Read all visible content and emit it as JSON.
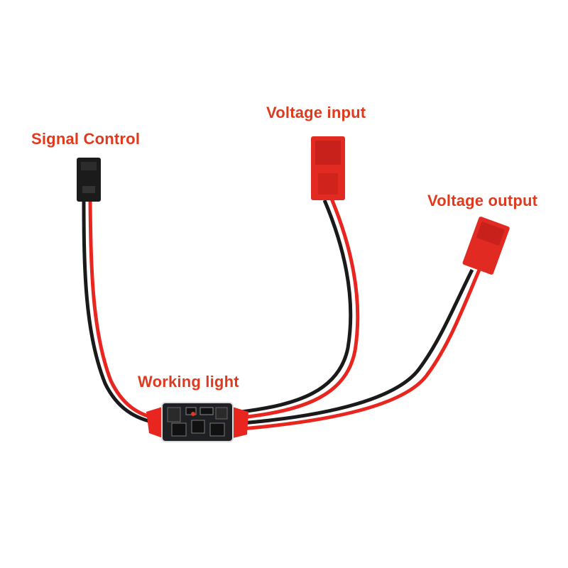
{
  "labels": {
    "signal_control": "Signal Control",
    "voltage_input": "Voltage input",
    "voltage_output": "Voltage output",
    "working_light": "Working light"
  },
  "colors": {
    "label_text": "#e03a1e",
    "wire_red": "#e8261f",
    "wire_black": "#1a1a1a",
    "connector_red": "#e02a22",
    "connector_black": "#1b1b1b",
    "pcb": "#1e2024",
    "heatshrink": "#e8261f"
  }
}
